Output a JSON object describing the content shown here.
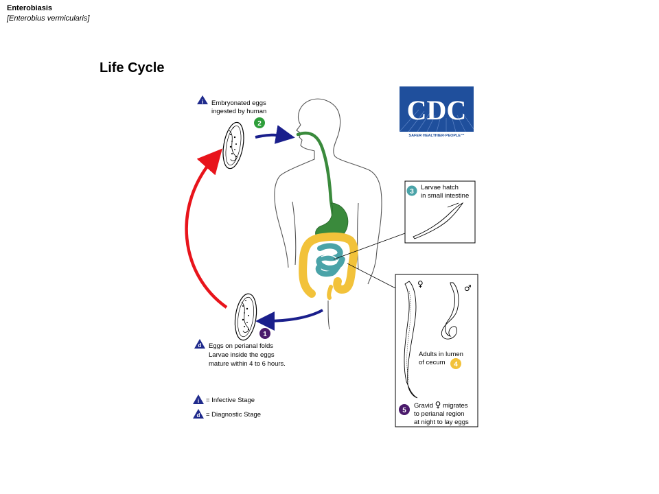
{
  "header": {
    "title": "Enterobiasis",
    "subtitle": "[Enterobius vermicularis]"
  },
  "page_title": "Life Cycle",
  "logo": {
    "text": "CDC",
    "tagline": "SAFER·HEALTHIER·PEOPLE™"
  },
  "steps": {
    "s1": {
      "number": "1",
      "lines": [
        "Eggs on perianal folds",
        "Larvae inside the eggs",
        "mature within 4 to 6 hours."
      ]
    },
    "s2": {
      "number": "2",
      "lines": [
        "Embryonated eggs",
        "ingested by human"
      ]
    },
    "s3": {
      "number": "3",
      "lines": [
        "Larvae hatch",
        "in small intestine"
      ]
    },
    "s4": {
      "number": "4",
      "lines": [
        "Adults in lumen",
        "of cecum"
      ]
    },
    "s5": {
      "number": "5",
      "line1_pre": "Gravid",
      "line1_post": "migrates",
      "lines": [
        "to perianal region",
        "at night to lay eggs"
      ]
    }
  },
  "symbols": {
    "female": "♀",
    "male": "♂"
  },
  "legend": {
    "infective_letter": "i",
    "infective": "= Infective Stage",
    "diagnostic_letter": "d",
    "diagnostic": "= Diagnostic Stage"
  },
  "colors": {
    "infective_triangle": "#1f2a8c",
    "step2_circle": "#2e9e3a",
    "step3_circle": "#4aa3a8",
    "step4_circle": "#f2c23a",
    "step1_circle": "#4a1a6b",
    "step5_circle": "#4a1a6b",
    "red_arrow": "#e8141b",
    "blue_arrow": "#1a1f8c",
    "esophagus_stomach": "#3a8a3c",
    "large_intestine": "#f2c23a",
    "small_intestine": "#4aa3a8",
    "logo_blue": "#1f4f9c"
  }
}
